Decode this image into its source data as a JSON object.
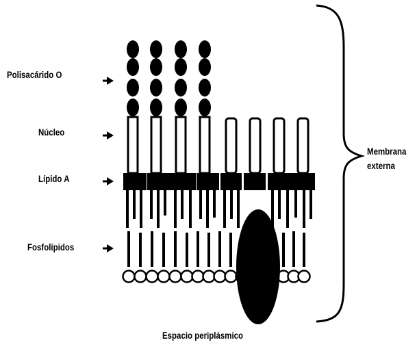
{
  "labels": {
    "polisacarido": "Polisacárido O",
    "nucleo": "Núcleo",
    "lipido_a": "Lípido A",
    "fosfolipidos": "Fosfolípidos",
    "membrana_line1": "Membrana",
    "membrana_line2": "externa",
    "espacio": "Espacio periplásmico"
  },
  "structure": {
    "lps_with_polysaccharide": 4,
    "lps_core_only": 4,
    "polysaccharide_beads_per_chain": 4,
    "phospholipid_heads": 16,
    "membrane_protein": "dark oval spanning the inner leaflet"
  },
  "colors": {
    "ink": "#000000",
    "background": "#ffffff"
  }
}
